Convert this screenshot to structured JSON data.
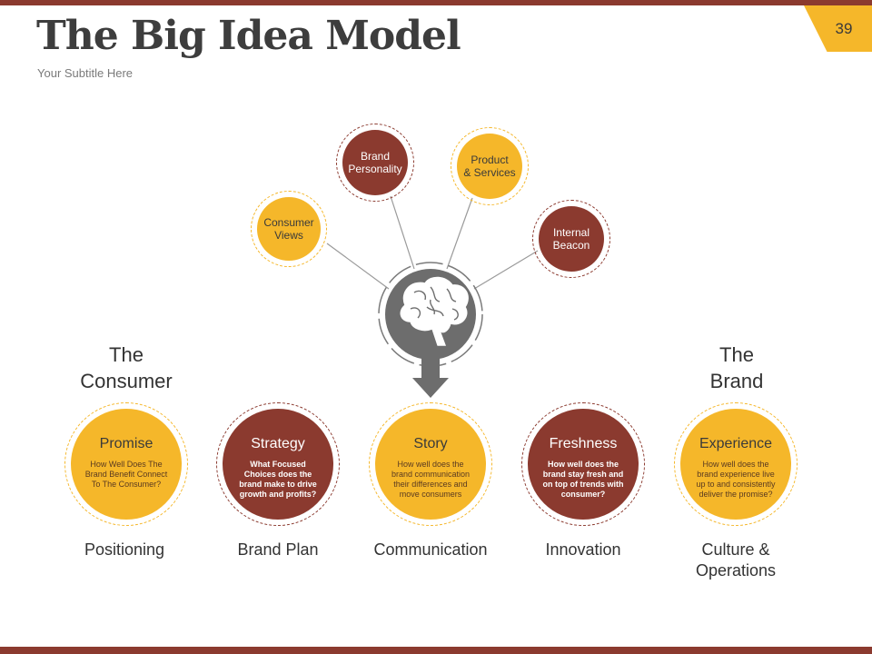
{
  "header": {
    "title": "The Big Idea Model",
    "subtitle": "Your Subtitle Here",
    "page_number": "39"
  },
  "colors": {
    "accent_yellow": "#f5b72a",
    "accent_brown": "#8b3a2f",
    "center_gray": "#6d6d6d"
  },
  "center": {
    "icon": "brain-icon"
  },
  "top_nodes": [
    {
      "label": "Consumer\nViews",
      "color": "yellow"
    },
    {
      "label": "Brand\nPersonality",
      "color": "brown"
    },
    {
      "label": "Product\n& Services",
      "color": "yellow"
    },
    {
      "label": "Internal\nBeacon",
      "color": "brown"
    }
  ],
  "side_labels": {
    "left": "The\nConsumer",
    "right": "The\nBrand"
  },
  "bottom_nodes": [
    {
      "title": "Promise",
      "desc": "How Well Does The Brand Benefit Connect To The Consumer?",
      "label": "Positioning",
      "color": "yellow"
    },
    {
      "title": "Strategy",
      "desc": "What Focused Choices does the brand make to drive growth and profits?",
      "label": "Brand Plan",
      "color": "brown"
    },
    {
      "title": "Story",
      "desc": "How well does the brand communication their differences and move consumers",
      "label": "Communication",
      "color": "yellow"
    },
    {
      "title": "Freshness",
      "desc": "How well does the brand stay fresh and on top of trends with consumer?",
      "label": "Innovation",
      "color": "brown"
    },
    {
      "title": "Experience",
      "desc": "How well does the brand experience live up to and consistently deliver the promise?",
      "label": "Culture &\nOperations",
      "color": "yellow"
    }
  ]
}
